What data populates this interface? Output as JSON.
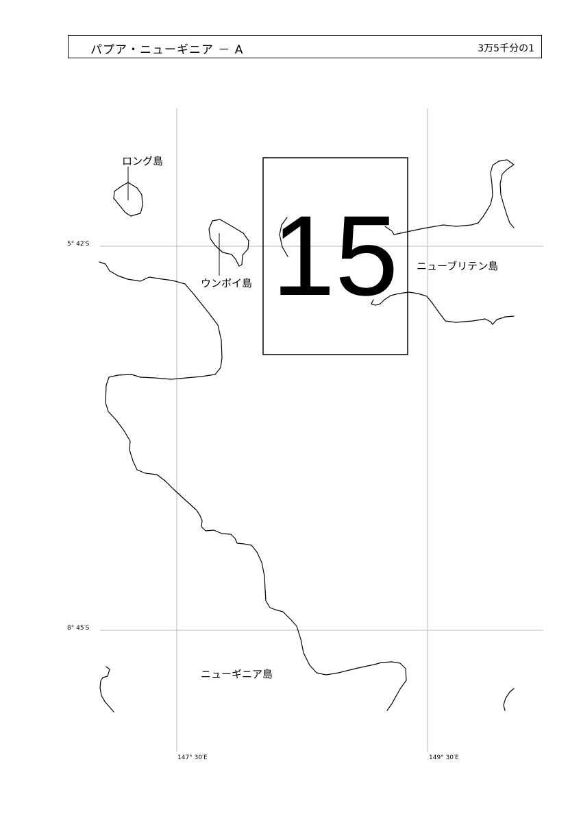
{
  "header": {
    "title": "パプア・ニューギニア － A",
    "scale": "3万5千分の1"
  },
  "grid": {
    "latitudes": [
      "5° 42′S",
      "8° 45′S"
    ],
    "longitudes": [
      "147° 30′E",
      "149° 30′E"
    ]
  },
  "places": {
    "long_island": "ロング島",
    "umboi_island": "ウンボイ島",
    "new_britain": "ニューブリテン島",
    "new_guinea": "ニューギニア島"
  },
  "sheet": {
    "number": "15"
  }
}
